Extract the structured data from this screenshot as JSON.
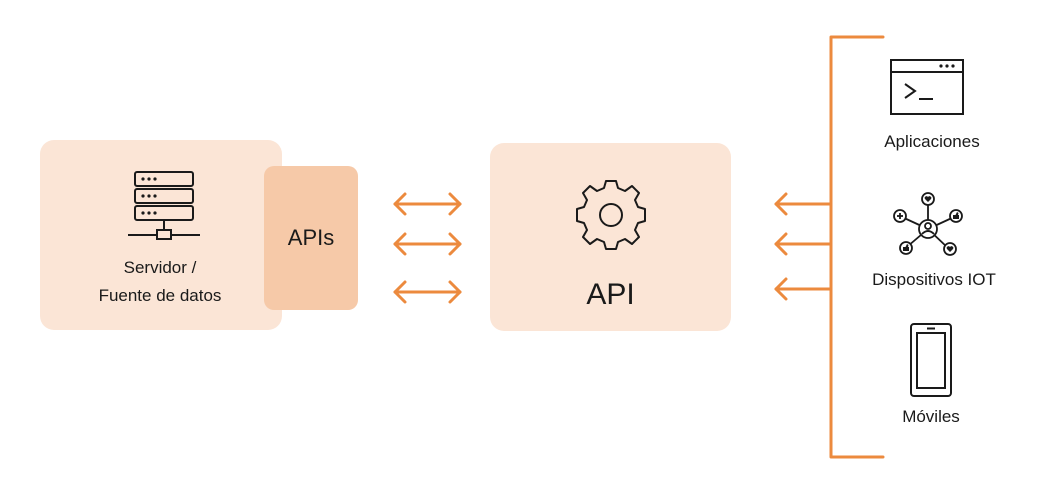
{
  "server": {
    "label_line1": "Servidor /",
    "label_line2": "Fuente de datos",
    "icon": "server-icon"
  },
  "apis_box": {
    "label": "APIs"
  },
  "api_hub": {
    "label": "API",
    "icon": "gear-icon"
  },
  "clients": [
    {
      "label": "Aplicaciones",
      "icon": "terminal-window-icon"
    },
    {
      "label": "Dispositivos IOT",
      "icon": "iot-network-icon"
    },
    {
      "label": "Móviles",
      "icon": "smartphone-icon"
    }
  ],
  "colors": {
    "accent": "#ec8a3e",
    "panel": "#fbe5d6",
    "apis_box": "#f6c9a8"
  }
}
